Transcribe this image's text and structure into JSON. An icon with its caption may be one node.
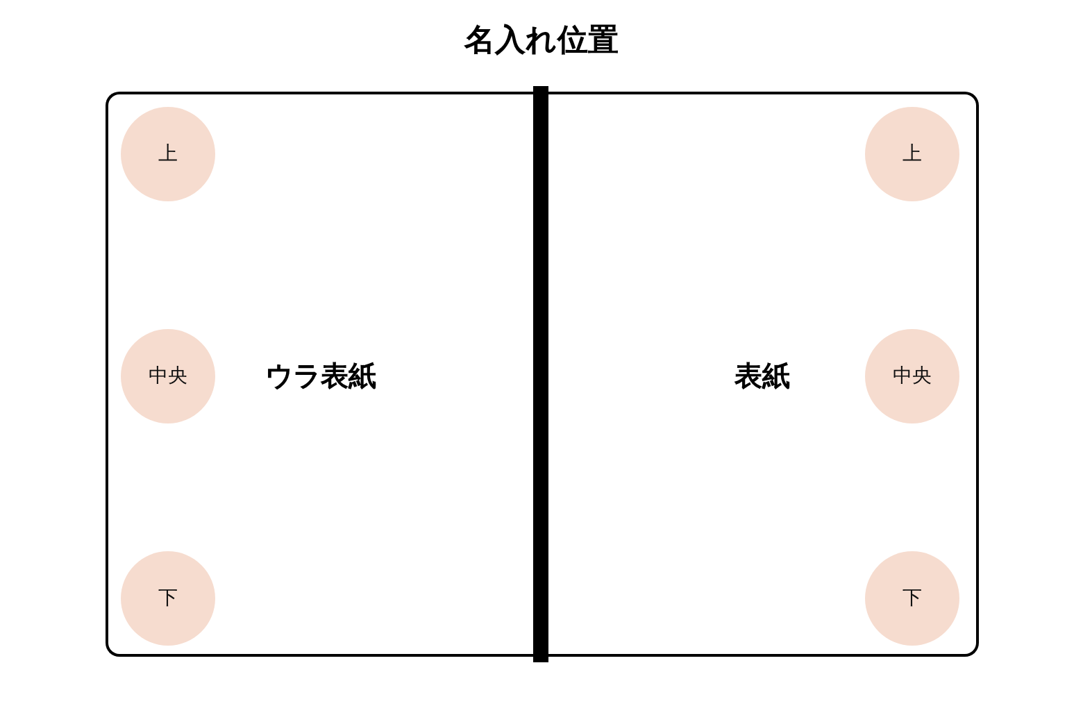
{
  "diagram": {
    "title": "名入れ位置",
    "nodes": [
      {
        "text": [
          "ウラ表紙"
        ]
      },
      {
        "text": [
          "上"
        ],
        "in": 0
      },
      {
        "text": [
          "中央"
        ],
        "in": 0
      },
      {
        "text": [
          "下"
        ],
        "in": 0
      },
      {
        "text": [
          "表紙"
        ]
      },
      {
        "text": [
          "上"
        ],
        "in": 4
      },
      {
        "text": [
          "中央"
        ],
        "in": 4
      },
      {
        "text": [
          "下"
        ],
        "in": 4
      }
    ]
  }
}
